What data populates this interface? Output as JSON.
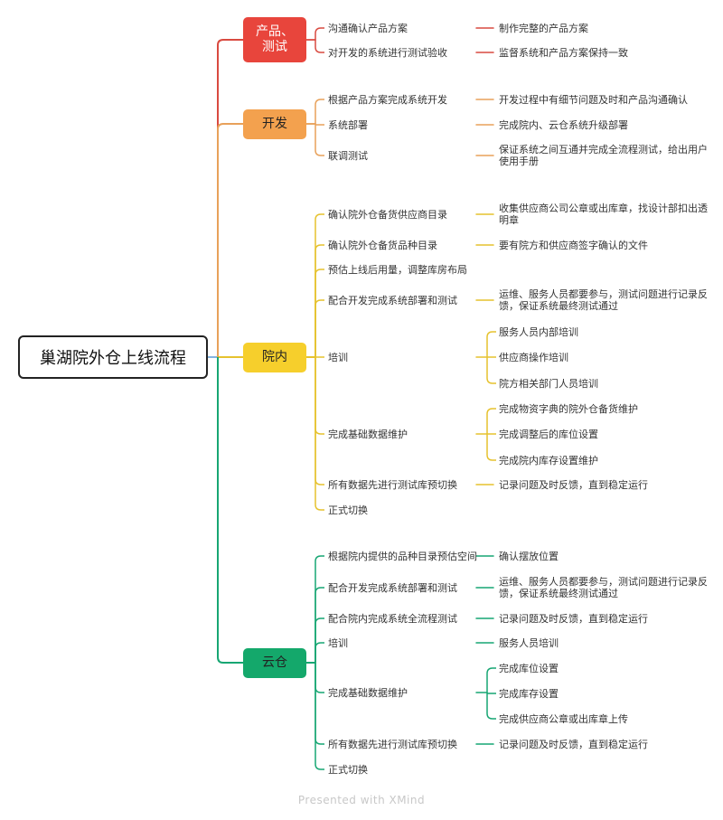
{
  "root": {
    "label": "巢湖院外仓上线流程"
  },
  "branches": [
    {
      "label": "产品、\n测试",
      "color": "#e8453c",
      "text_color": "#ffffff",
      "line_color": "#d94a40",
      "tasks": [
        {
          "label": "沟通确认产品方案",
          "details": [
            "制作完整的产品方案"
          ]
        },
        {
          "label": "对开发的系统进行测试验收",
          "details": [
            "监督系统和产品方案保持一致"
          ]
        }
      ]
    },
    {
      "label": "开发",
      "color": "#f3a14e",
      "text_color": "#222222",
      "line_color": "#e8a15a",
      "tasks": [
        {
          "label": "根据产品方案完成系统开发",
          "details": [
            "开发过程中有细节问题及时和产品沟通确认"
          ]
        },
        {
          "label": "系统部署",
          "details": [
            "完成院内、云仓系统升级部署"
          ]
        },
        {
          "label": "联调测试",
          "details": [
            "保证系统之间互通并完成全流程测试，给出用户使用手册"
          ]
        }
      ]
    },
    {
      "label": "院内",
      "color": "#f6cf2c",
      "text_color": "#222222",
      "line_color": "#e6c22e",
      "tasks": [
        {
          "label": "确认院外仓备货供应商目录",
          "details": [
            "收集供应商公司公章或出库章，找设计部扣出透明章"
          ]
        },
        {
          "label": "确认院外仓备货品种目录",
          "details": [
            "要有院方和供应商签字确认的文件"
          ]
        },
        {
          "label": "预估上线后用量，调整库房布局",
          "details": []
        },
        {
          "label": "配合开发完成系统部署和测试",
          "details": [
            "运维、服务人员都要参与，测试问题进行记录反馈，保证系统最终测试通过"
          ]
        },
        {
          "label": "培训",
          "details": [
            "服务人员内部培训",
            "供应商操作培训",
            "院方相关部门人员培训"
          ]
        },
        {
          "label": "完成基础数据维护",
          "details": [
            "完成物资字典的院外仓备货维护",
            "完成调整后的库位设置",
            "完成院内库存设置维护"
          ]
        },
        {
          "label": "所有数据先进行测试库预切换",
          "details": [
            "记录问题及时反馈，直到稳定运行"
          ]
        },
        {
          "label": "正式切换",
          "details": []
        }
      ]
    },
    {
      "label": "云仓",
      "color": "#14a86b",
      "text_color": "#222222",
      "line_color": "#17a673",
      "tasks": [
        {
          "label": "根据院内提供的品种目录预估空间",
          "details": [
            "确认摆放位置"
          ]
        },
        {
          "label": "配合开发完成系统部署和测试",
          "details": [
            "运维、服务人员都要参与，测试问题进行记录反馈，保证系统最终测试通过"
          ]
        },
        {
          "label": "配合院内完成系统全流程测试",
          "details": [
            "记录问题及时反馈，直到稳定运行"
          ]
        },
        {
          "label": "培训",
          "details": [
            "服务人员培训"
          ]
        },
        {
          "label": "完成基础数据维护",
          "details": [
            "完成库位设置",
            "完成库存设置",
            "完成供应商公章或出库章上传"
          ]
        },
        {
          "label": "所有数据先进行测试库预切换",
          "details": [
            "记录问题及时反馈，直到稳定运行"
          ]
        },
        {
          "label": "正式切换",
          "details": []
        }
      ]
    }
  ],
  "footer": "Presented with XMind"
}
